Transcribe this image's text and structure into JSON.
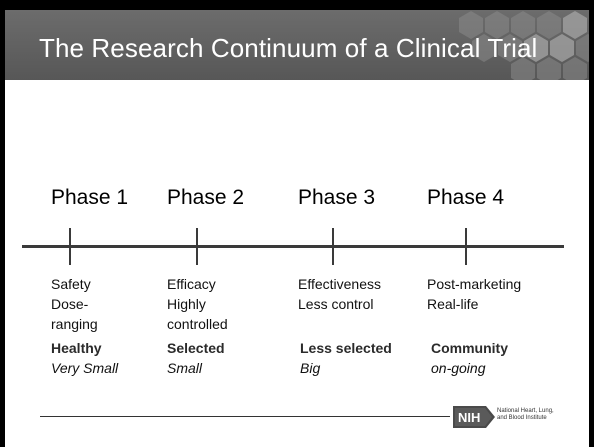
{
  "slide": {
    "title": "The Research Continuum  of a Clinical Trial"
  },
  "phases": [
    {
      "label": "Phase 1",
      "lines": [
        "Safety",
        "Dose-",
        "ranging"
      ],
      "population": "Healthy",
      "size": "Very Small"
    },
    {
      "label": "Phase 2",
      "lines": [
        "Efficacy",
        "Highly",
        "controlled"
      ],
      "population": "Selected",
      "size": "Small"
    },
    {
      "label": "Phase 3",
      "lines": [
        "Effectiveness",
        "Less control"
      ],
      "population": "Less selected",
      "size": "Big"
    },
    {
      "label": "Phase 4",
      "lines": [
        "Post-marketing",
        "Real-life"
      ],
      "population": "Community",
      "size": "on-going"
    }
  ],
  "footer": {
    "logo_text": "NIH",
    "org_line1": "National Heart, Lung,",
    "org_line2": "and Blood Institute"
  },
  "colors": {
    "header_bg": "#5f5f5f",
    "title_text": "#ffffff",
    "axis": "#3a3a3a"
  }
}
